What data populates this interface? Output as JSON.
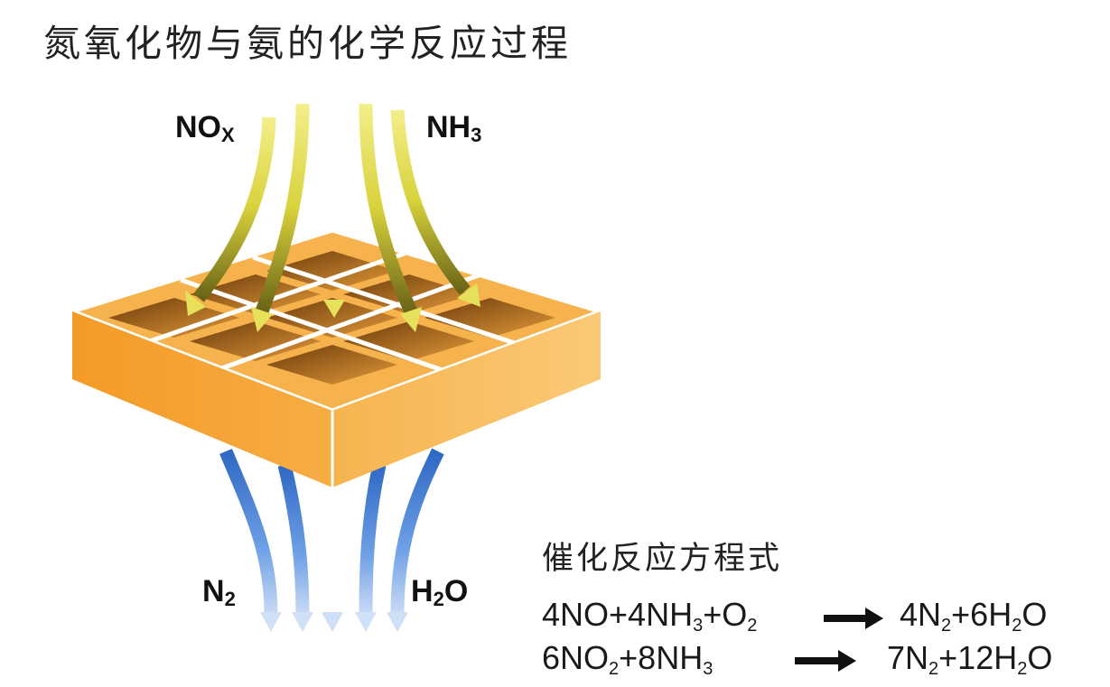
{
  "title": "氮氧化物与氨的化学反应过程",
  "labels": {
    "nox_main": "NO",
    "nox_sub": "X",
    "nh3_main": "NH",
    "nh3_sub": "3",
    "n2_main": "N",
    "n2_sub": "2",
    "h2o_a": "H",
    "h2o_sub": "2",
    "h2o_b": "O"
  },
  "equations": {
    "heading": "催化反应方程式",
    "eq1_left": [
      "4NO+4NH",
      "3",
      "+O",
      "2"
    ],
    "eq1_right": [
      "4N",
      "2",
      "+6H",
      "2",
      "O"
    ],
    "eq2_left": [
      "6NO",
      "2",
      "+8NH",
      "3"
    ],
    "eq2_right": [
      "7N",
      "2",
      "+12H",
      "2",
      "O"
    ]
  },
  "colors": {
    "catalyst_front": "#f2a23a",
    "catalyst_side": "#f9c166",
    "cell_dark": "#8a5212",
    "inflow": "#d9d640",
    "outflow": "#5c8ed8"
  }
}
